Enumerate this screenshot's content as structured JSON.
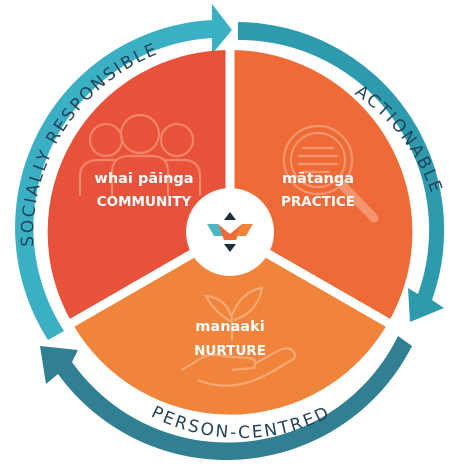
{
  "colors": {
    "community": "#e8523a",
    "practice": "#ee6a36",
    "nurture": "#f0843a",
    "ring_light": "#3bb0c4",
    "ring_mid": "#2e9aae",
    "ring_dark": "#317f92",
    "label_text": "#24435a",
    "logo_orange": "#ee6a36",
    "logo_teal": "#4cb6c6",
    "logo_dark": "#1d2d3a"
  },
  "ring": {
    "top_left_label": "SOCIALLY RESPONSIBLE",
    "right_label": "ACTIONABLE",
    "bottom_label": "PERSON-CENTRED"
  },
  "segments": {
    "community": {
      "maori": "whai pāinga",
      "english": "COMMUNITY",
      "icon": "people-icon"
    },
    "practice": {
      "maori": "mātanga",
      "english": "PRACTICE",
      "icon": "magnifier-icon"
    },
    "nurture": {
      "maori": "manaaki",
      "english": "NURTURE",
      "icon": "hand-plant-icon"
    }
  },
  "center": {
    "icon": "bird-logo-icon"
  }
}
